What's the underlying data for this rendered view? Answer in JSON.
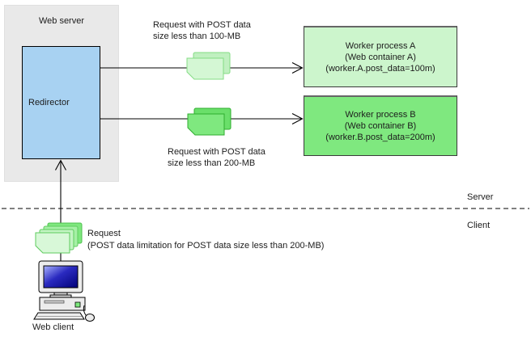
{
  "web_server_group": {
    "label": "Web server"
  },
  "redirector": {
    "label": "Redirector"
  },
  "workers": {
    "a": {
      "name": "Worker process A",
      "container": "(Web container A)",
      "setting": "(worker.A.post_data=100m)"
    },
    "b": {
      "name": "Worker process B",
      "container": "(Web container B)",
      "setting": "(worker.B.post_data=200m)"
    }
  },
  "flow_labels": {
    "to_worker_a": {
      "line1": "Request with POST data",
      "line2": "size less than 100-MB"
    },
    "to_worker_b": {
      "line1": "Request with POST data",
      "line2": "size less than 200-MB"
    },
    "client_request": {
      "line1": "Request",
      "line2": "(POST data limitation for POST data size less than 200-MB)"
    }
  },
  "zones": {
    "server": "Server",
    "client": "Client"
  },
  "web_client": {
    "label": "Web client"
  },
  "icons": {
    "request_to_worker_a": "request-documents-icon",
    "request_to_worker_b": "request-documents-icon",
    "client_request_stack": "request-documents-stack-icon",
    "web_client_computer": "desktop-computer-icon",
    "arrowheads": "open-chevron-arrowhead"
  },
  "colors": {
    "group_bg": "#e9e9e9",
    "box_border": "#000000",
    "worker_border": "#3a3a3a",
    "redirector_fill": "#a8d2f2",
    "worker_a_fill": "#ccf5cc",
    "worker_b_fill": "#7fe87f",
    "icon_light_fill": "#d4f7d4",
    "icon_light_mid": "#c0f0c0",
    "icon_light_stroke": "#84dc84",
    "icon_dark_fill": "#7fe87f",
    "icon_dark_stroke": "#2fae2f",
    "line_color": "#000000",
    "screen_blue_dark": "#000078",
    "screen_blue_light": "#aab4ff"
  }
}
